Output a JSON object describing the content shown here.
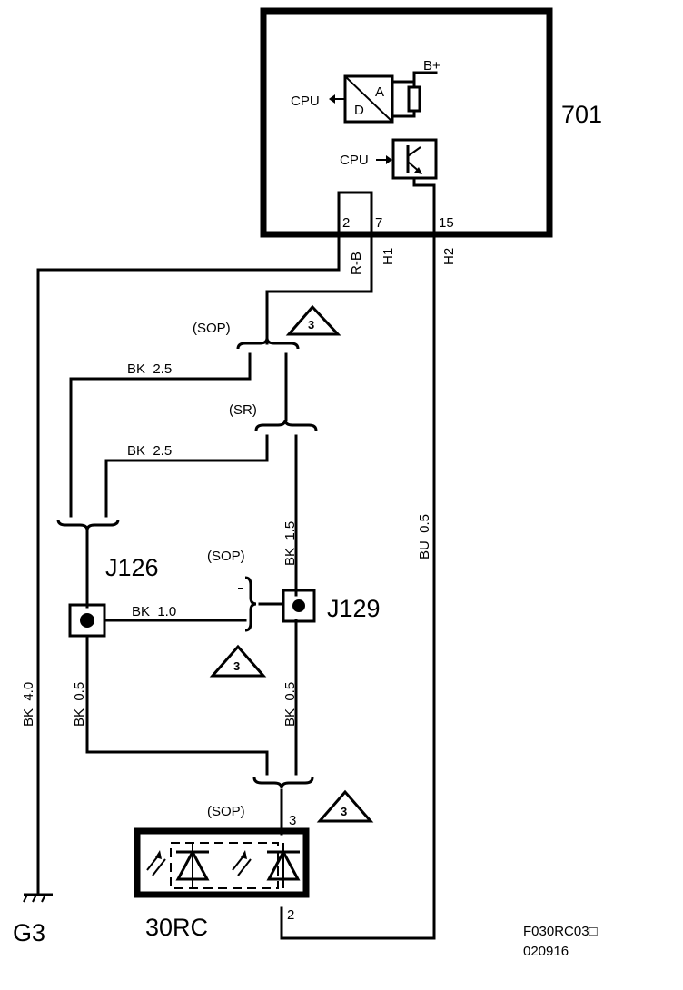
{
  "module": {
    "label": "701",
    "pins": [
      "2",
      "7",
      "15"
    ],
    "supply_label": "B+",
    "cpu_out_label": "CPU",
    "cpu_in_label": "CPU",
    "adc_a": "A",
    "adc_d": "D"
  },
  "splices": {
    "sop_top": "(SOP)",
    "sr": "(SR)",
    "sop_middle": "(SOP)",
    "sop_bottom": "(SOP)"
  },
  "notes": [
    "3",
    "3",
    "3"
  ],
  "connectors": [
    "J126",
    "J129"
  ],
  "wire_labels": {
    "r_b": "R-B",
    "h1": "H1",
    "h2": "H2",
    "bk_2_5_a": "BK  2.5",
    "bk_2_5_b": "BK  2.5",
    "bk_1_0": "BK  1.0",
    "bk_1_5": "BK  1.5",
    "bu_0_5": "BU  0.5",
    "bk_4_0": "BK  4.0",
    "bk_0_5_left": "BK  0.5",
    "bk_0_5_right": "BK  0.5"
  },
  "component": {
    "label": "30RC",
    "pin_top": "3",
    "pin_bottom": "2"
  },
  "ground": {
    "label": "G3"
  },
  "drawing": {
    "id": "F030RC03□",
    "date": "020916"
  }
}
